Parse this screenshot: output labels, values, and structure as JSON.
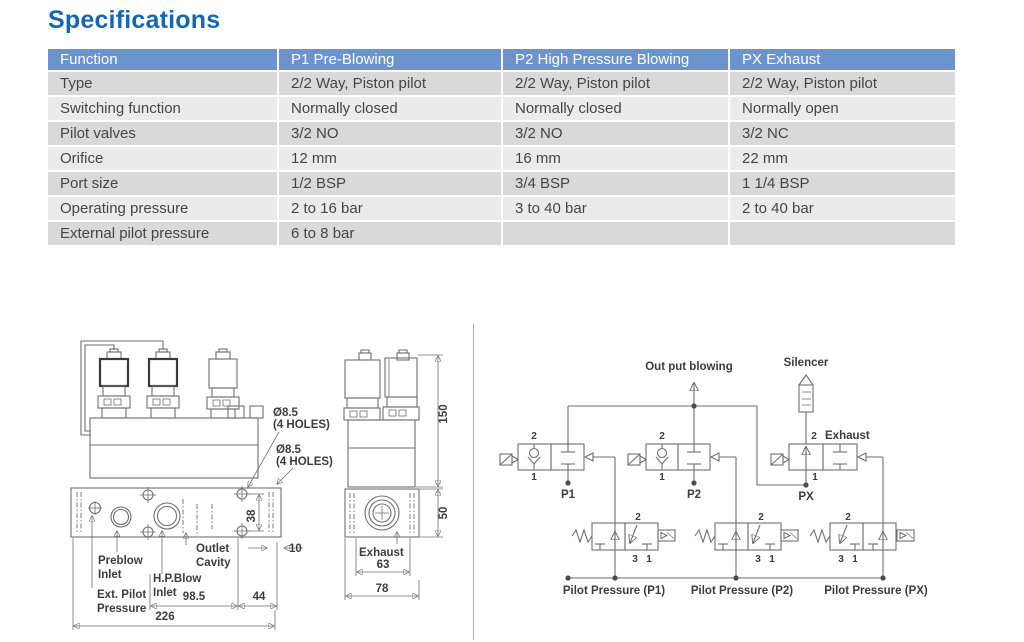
{
  "page": {
    "title": "Specifications"
  },
  "colors": {
    "title_blue": "#1667b1",
    "header_blue": "#6b94cf",
    "row_dark": "#d9d9d9",
    "row_light": "#ebebeb",
    "diagram_line": "#6f6f6f",
    "diagram_text": "#3c3c3c"
  },
  "table": {
    "columns": [
      "Function",
      "P1 Pre-Blowing",
      "P2 High Pressure Blowing",
      "PX Exhaust"
    ],
    "rows": [
      [
        "Type",
        "2/2 Way, Piston pilot",
        "2/2 Way, Piston pilot",
        "2/2 Way, Piston pilot"
      ],
      [
        "Switching function",
        "Normally closed",
        "Normally closed",
        "Normally open"
      ],
      [
        "Pilot valves",
        "3/2 NO",
        "3/2 NO",
        "3/2 NC"
      ],
      [
        "Orifice",
        "12 mm",
        "16 mm",
        "22 mm"
      ],
      [
        "Port size",
        "1/2 BSP",
        "3/4 BSP",
        "1 1/4 BSP"
      ],
      [
        "Operating pressure",
        "2 to 16 bar",
        "3 to 40 bar",
        "2 to 40 bar"
      ],
      [
        "External pilot pressure",
        "6 to 8 bar",
        "",
        ""
      ]
    ]
  },
  "front_view": {
    "hole_callout_top": [
      "Ø8.5",
      "(4 HOLES)"
    ],
    "hole_callout_side": [
      "Ø8.5",
      "(4 HOLES)"
    ],
    "labels": {
      "preblow": [
        "Preblow",
        "Inlet"
      ],
      "ext_pilot": [
        "Ext. Pilot",
        "Pressure"
      ],
      "hp_blow": [
        "H.P.Blow",
        "Inlet"
      ],
      "outlet": [
        "Outlet",
        "Cavity"
      ]
    },
    "dims": {
      "overall_width": "226",
      "hp_to_hole": "98.5",
      "hole_to_edge": "44",
      "hole_spacing": "38",
      "edge_offset": "10"
    }
  },
  "side_view": {
    "label_exhaust": "Exhaust",
    "dims": {
      "body_height": "150",
      "plate_height": "50",
      "hole_span": "63",
      "overall_width": "78"
    }
  },
  "circuit": {
    "output_label": "Out put blowing",
    "silencer_label": "Silencer",
    "exhaust_label": "Exhaust",
    "valve_p1": "P1",
    "valve_p2": "P2",
    "valve_px": "PX",
    "pilot_labels": [
      "Pilot Pressure (P1)",
      "Pilot Pressure (P2)",
      "Pilot Pressure (PX)"
    ],
    "ports": {
      "one": "1",
      "two": "2",
      "three": "3"
    }
  }
}
